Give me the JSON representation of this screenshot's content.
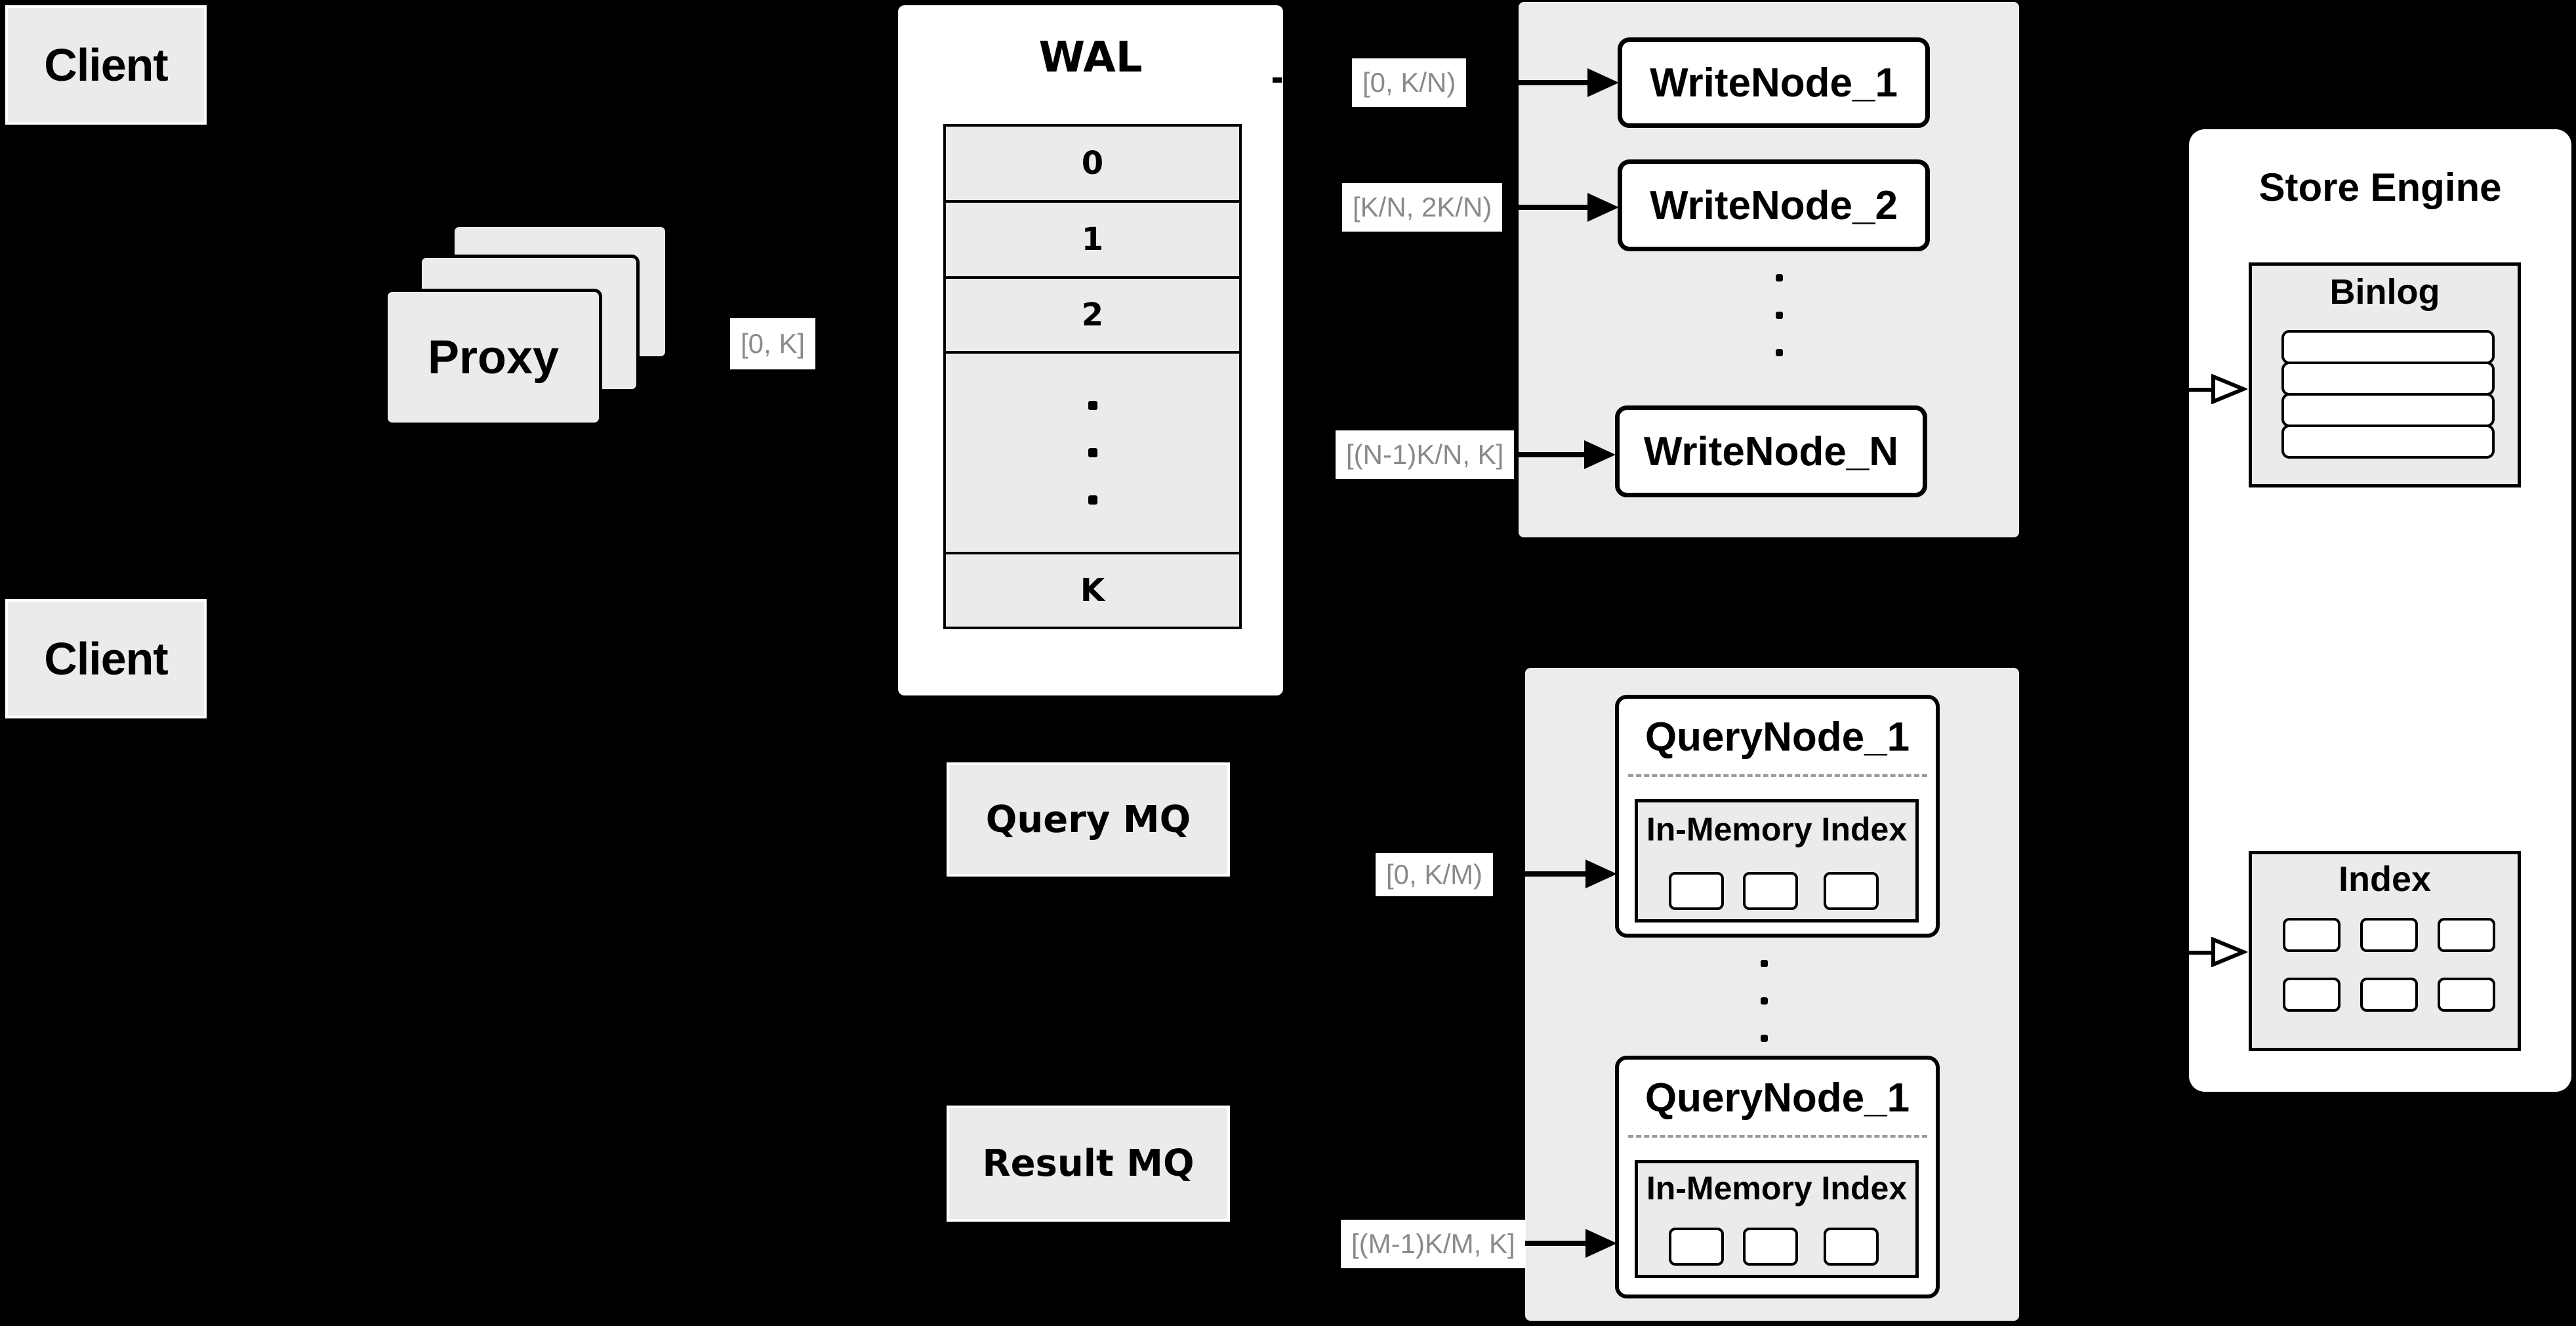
{
  "colors": {
    "background": "#000000",
    "panel_fill": "#ececec",
    "box_fill": "#ebebeb",
    "node_fill": "#ffffff",
    "border": "#000000",
    "range_text": "#8a8a8a"
  },
  "clients": {
    "top": "Client",
    "bottom": "Client"
  },
  "proxy": {
    "label": "Proxy"
  },
  "ranges": {
    "proxy_out": "[0, K]",
    "write": [
      "[0, K/N)",
      "[K/N, 2K/N)",
      "[(N-1)K/N, K]"
    ],
    "query": [
      "[0, K/M)",
      "[(M-1)K/M, K]"
    ]
  },
  "wal": {
    "title": "WAL",
    "segments": [
      "0",
      "1",
      "2",
      "K"
    ]
  },
  "write_section": {
    "nodes": [
      "WriteNode_1",
      "WriteNode_2",
      "WriteNode_N"
    ]
  },
  "mq": {
    "query": "Query MQ",
    "result": "Result MQ"
  },
  "query_section": {
    "nodes": [
      {
        "title": "QueryNode_1",
        "inner_title": "In-Memory Index"
      },
      {
        "title": "QueryNode_1",
        "inner_title": "In-Memory Index"
      }
    ]
  },
  "store_engine": {
    "title": "Store Engine",
    "binlog_title": "Binlog",
    "index_title": "Index"
  }
}
